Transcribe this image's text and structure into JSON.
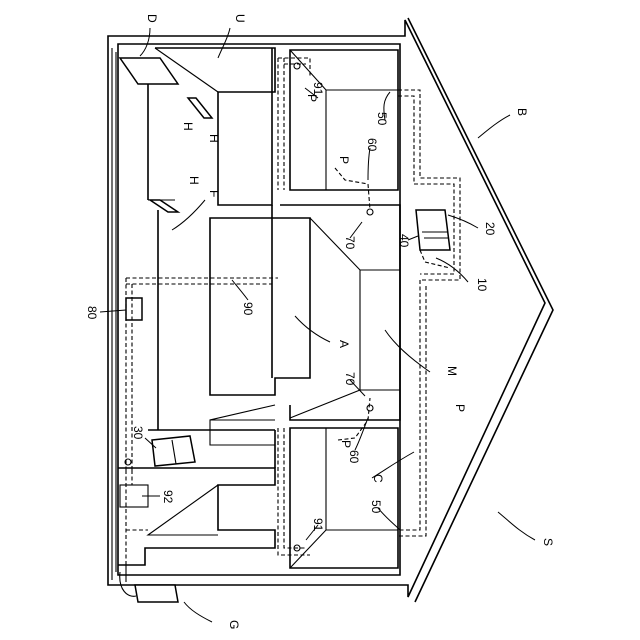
{
  "figure": {
    "labels": {
      "U": "U",
      "D": "D",
      "B": "B",
      "S": "S",
      "G": "G",
      "M": "M",
      "A": "A",
      "C": "C",
      "F": "F",
      "H_1": "H",
      "H_2": "H",
      "H_3": "H",
      "P_1": "P",
      "P_2": "P",
      "P_3": "P",
      "P_4": "P",
      "n91_top": "91",
      "n91_bot": "91",
      "n50_top": "50",
      "n50_bot": "50",
      "n60_top": "60",
      "n60_bot": "60",
      "n70_top": "70",
      "n70_bot": "70",
      "n20": "20",
      "n40": "40",
      "n10": "10",
      "n90": "90",
      "n80": "80",
      "n30": "30",
      "n92": "92"
    }
  }
}
